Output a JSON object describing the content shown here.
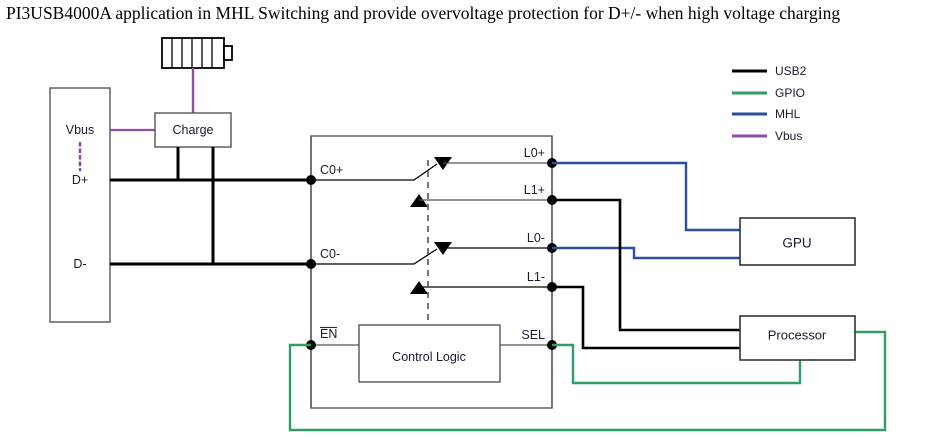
{
  "title": "PI3USB4000A application in MHL Switching and provide overvoltage protection for D+/- when high voltage charging",
  "colors": {
    "usb2": "#000000",
    "gpio": "#2e9e63",
    "mhl": "#2b4f9e",
    "vbus": "#8b4fa8",
    "box_stroke": "#555555",
    "text": "#1a1a2e"
  },
  "legend": {
    "items": [
      {
        "label": "USB2",
        "color": "#000000"
      },
      {
        "label": "GPIO",
        "color": "#2e9e63"
      },
      {
        "label": "MHL",
        "color": "#2b4f9e"
      },
      {
        "label": "Vbus",
        "color": "#8b4fa8"
      }
    ]
  },
  "connector": {
    "name": "usb-connector",
    "pins": [
      {
        "label": "Vbus"
      },
      {
        "label": "D+"
      },
      {
        "label": "D-"
      }
    ]
  },
  "blocks": {
    "battery": {
      "label": "",
      "cells": 6
    },
    "charge": {
      "label": "Charge"
    },
    "control_logic": {
      "label": "Control Logic"
    },
    "gpu": {
      "label": "GPU"
    },
    "processor": {
      "label": "Processor"
    }
  },
  "ic": {
    "name": "PI3USB4000A",
    "left_pins": [
      {
        "label": "C0+"
      },
      {
        "label": "C0-"
      }
    ],
    "right_pins": [
      {
        "label": "L0+"
      },
      {
        "label": "L1+"
      },
      {
        "label": "L0-"
      },
      {
        "label": "L1-"
      }
    ],
    "control_pins": [
      {
        "label": "EN",
        "overline": true
      },
      {
        "label": "SEL",
        "overline": false
      }
    ]
  }
}
